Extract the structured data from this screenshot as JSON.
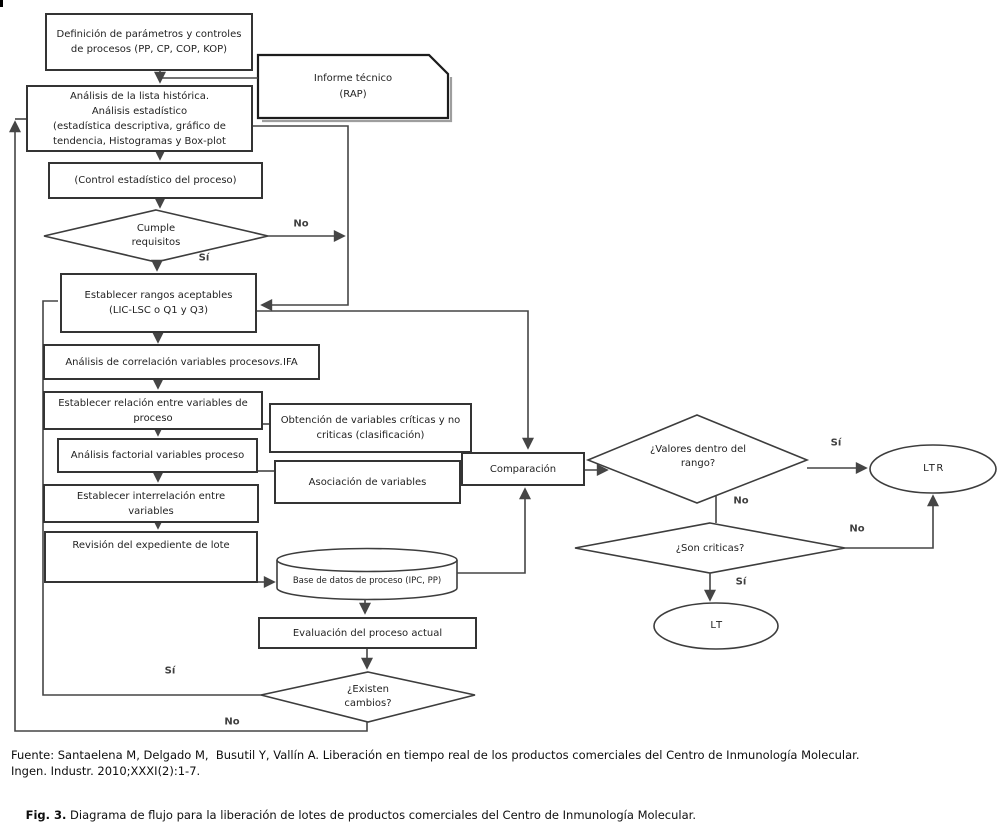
{
  "nodes": {
    "definicion": {
      "label": "Definición de parámetros y controles\nde procesos (PP, CP, COP, KOP)"
    },
    "informe": {
      "label": "Informe técnico\n(RAP)"
    },
    "historica": {
      "label": "Análisis de la lista histórica.\nAnálisis estadístico\n(estadística descriptiva, gráfico de\ntendencia, Histogramas y Box-plot"
    },
    "control": {
      "label": "(Control estadístico del proceso)"
    },
    "cumple": {
      "label": "Cumple\nrequisitos"
    },
    "rangos": {
      "label": "Establecer rangos aceptables\n(LIC-LSC o Q1 y Q3)"
    },
    "correlacion": {
      "pre": "Análisis de correlación variables proceso ",
      "vs": "vs.",
      "post": " IFA"
    },
    "relacion": {
      "label": "Establecer relación entre variables de\nproceso"
    },
    "obtencion": {
      "label": "Obtención de variables críticas y no\ncriticas (clasificación)"
    },
    "factorial": {
      "label": "Análisis factorial variables proceso"
    },
    "asociacion": {
      "label": "Asociación de variables"
    },
    "comparacion": {
      "label": "Comparación"
    },
    "interrelacion": {
      "label": "Establecer interrelación entre\nvariables"
    },
    "revision": {
      "label": "Revisión del expediente de lote"
    },
    "base_datos": {
      "label": "Base de datos de proceso (IPC, PP)"
    },
    "evaluacion": {
      "label": "Evaluación del proceso actual"
    },
    "existen": {
      "label": "¿Existen\ncambios?"
    },
    "valores": {
      "label": "¿Valores dentro del\nrango?"
    },
    "criticas": {
      "label": "¿Son criticas?"
    },
    "ltr": {
      "label": "LTR"
    },
    "lt": {
      "label": "LT"
    }
  },
  "edge_labels": {
    "cumple_no": "No",
    "cumple_si": "Sí",
    "valores_si": "Sí",
    "valores_no": "No",
    "criticas_no": "No",
    "criticas_si": "Sí",
    "existen_si": "Sí",
    "existen_no": "No"
  },
  "caption": {
    "fuente": "Fuente: Santaelena M, Delgado M,  Busutil Y, Vallín A. Liberación en tiempo real de los productos comerciales del Centro de Inmunología Molecular.\nIngen. Industr. 2010;XXXI(2):1-7.",
    "fig_label": "Fig. 3.",
    "fig_text": " Diagrama de flujo para la liberación de lotes de productos comerciales del Centro de Inmunología Molecular."
  },
  "colors": {
    "line": "#454545",
    "box_border": "#343434",
    "text": "#1f1f1f",
    "background": "#ffffff"
  }
}
